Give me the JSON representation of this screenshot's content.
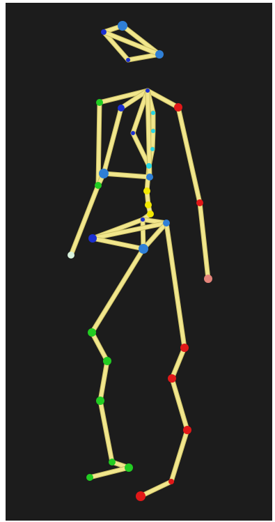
{
  "colors": {
    "background": "#1c1c1c",
    "bone": "#f1e68c",
    "bone_edge": "#c8bd64",
    "joint_blue": "#2f7fd6",
    "joint_dark_blue": "#1a2fd0",
    "joint_green": "#22cc22",
    "joint_red": "#e01818",
    "joint_yellow": "#f2e800",
    "joint_cyan": "#27d7e6",
    "joint_pale": "#d8f2dc",
    "joint_salmon": "#e4847a"
  },
  "joints": [
    {
      "id": "head_top_left",
      "color": "joint_dark_blue",
      "size": 4
    },
    {
      "id": "head_top",
      "color": "joint_blue",
      "size": 7
    },
    {
      "id": "head_right",
      "color": "joint_blue",
      "size": 6
    },
    {
      "id": "head_bottom",
      "color": "joint_dark_blue",
      "size": 3
    },
    {
      "id": "neck",
      "color": "joint_dark_blue",
      "size": 3
    },
    {
      "id": "shoulder_left",
      "color": "joint_green",
      "size": 5
    },
    {
      "id": "shoulder_left_inner",
      "color": "joint_dark_blue",
      "size": 5
    },
    {
      "id": "shoulder_right",
      "color": "joint_red",
      "size": 6
    },
    {
      "id": "spine_1",
      "color": "joint_cyan",
      "size": 3
    },
    {
      "id": "spine_2",
      "color": "joint_cyan",
      "size": 3
    },
    {
      "id": "spine_3",
      "color": "joint_cyan",
      "size": 3
    },
    {
      "id": "spine_4",
      "color": "joint_cyan",
      "size": 4
    },
    {
      "id": "spine_5",
      "color": "joint_yellow",
      "size": 5
    },
    {
      "id": "spine_6",
      "color": "joint_yellow",
      "size": 5
    },
    {
      "id": "spine_7",
      "color": "joint_yellow",
      "size": 5
    },
    {
      "id": "chest_left",
      "color": "joint_dark_blue",
      "size": 3
    },
    {
      "id": "chest_mid",
      "color": "joint_blue",
      "size": 5
    },
    {
      "id": "elbow_left",
      "color": "joint_blue",
      "size": 7
    },
    {
      "id": "elbow_left_lower",
      "color": "joint_green",
      "size": 5
    },
    {
      "id": "hand_left",
      "color": "joint_pale",
      "size": 5
    },
    {
      "id": "elbow_right",
      "color": "joint_red",
      "size": 5
    },
    {
      "id": "hand_right",
      "color": "joint_salmon",
      "size": 6
    },
    {
      "id": "pelvis",
      "color": "joint_blue",
      "size": 5
    },
    {
      "id": "pelvis_top",
      "color": "joint_dark_blue",
      "size": 3
    },
    {
      "id": "hip_left",
      "color": "joint_dark_blue",
      "size": 6
    },
    {
      "id": "hip_mid",
      "color": "joint_blue",
      "size": 7
    },
    {
      "id": "knee_left",
      "color": "joint_green",
      "size": 6
    },
    {
      "id": "shin_left",
      "color": "joint_green",
      "size": 6
    },
    {
      "id": "ankle_left",
      "color": "joint_green",
      "size": 6
    },
    {
      "id": "heel_left",
      "color": "joint_green",
      "size": 5
    },
    {
      "id": "toe_left_a",
      "color": "joint_green",
      "size": 5
    },
    {
      "id": "toe_left_b",
      "color": "joint_green",
      "size": 6
    },
    {
      "id": "knee_right",
      "color": "joint_red",
      "size": 6
    },
    {
      "id": "shin_right",
      "color": "joint_red",
      "size": 6
    },
    {
      "id": "ankle_right",
      "color": "joint_red",
      "size": 6
    },
    {
      "id": "heel_right",
      "color": "joint_red",
      "size": 4
    },
    {
      "id": "toe_right",
      "color": "joint_red",
      "size": 7
    }
  ],
  "bones": [
    [
      "head_top_left",
      "head_top"
    ],
    [
      "head_top",
      "head_right"
    ],
    [
      "head_right",
      "head_bottom"
    ],
    [
      "head_bottom",
      "head_top_left"
    ],
    [
      "head_top_left",
      "head_right"
    ],
    [
      "neck",
      "shoulder_left"
    ],
    [
      "neck",
      "shoulder_left_inner"
    ],
    [
      "neck",
      "shoulder_right"
    ],
    [
      "neck",
      "spine_1"
    ],
    [
      "spine_1",
      "spine_2"
    ],
    [
      "spine_2",
      "spine_3"
    ],
    [
      "spine_3",
      "spine_4"
    ],
    [
      "spine_4",
      "spine_5"
    ],
    [
      "spine_5",
      "spine_6"
    ],
    [
      "spine_6",
      "spine_7"
    ],
    [
      "spine_7",
      "pelvis_top"
    ],
    [
      "neck",
      "chest_left"
    ],
    [
      "chest_left",
      "spine_4"
    ],
    [
      "neck",
      "chest_mid"
    ],
    [
      "shoulder_left",
      "elbow_left_lower"
    ],
    [
      "shoulder_left_inner",
      "elbow_left"
    ],
    [
      "elbow_left",
      "chest_mid"
    ],
    [
      "elbow_left",
      "elbow_left_lower"
    ],
    [
      "elbow_left_lower",
      "hand_left"
    ],
    [
      "shoulder_right",
      "elbow_right"
    ],
    [
      "elbow_right",
      "hand_right"
    ],
    [
      "pelvis_top",
      "pelvis"
    ],
    [
      "pelvis_top",
      "hip_left"
    ],
    [
      "pelvis_top",
      "hip_mid"
    ],
    [
      "pelvis",
      "hip_left"
    ],
    [
      "pelvis",
      "hip_mid"
    ],
    [
      "hip_left",
      "hip_mid"
    ],
    [
      "hip_mid",
      "knee_left"
    ],
    [
      "knee_left",
      "shin_left"
    ],
    [
      "shin_left",
      "ankle_left"
    ],
    [
      "ankle_left",
      "heel_left"
    ],
    [
      "heel_left",
      "toe_left_b"
    ],
    [
      "toe_left_a",
      "toe_left_b"
    ],
    [
      "pelvis",
      "knee_right"
    ],
    [
      "knee_right",
      "shin_right"
    ],
    [
      "shin_right",
      "ankle_right"
    ],
    [
      "ankle_right",
      "heel_right"
    ],
    [
      "heel_right",
      "toe_right"
    ]
  ]
}
